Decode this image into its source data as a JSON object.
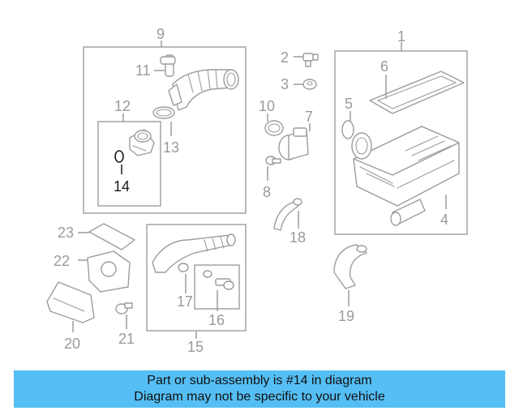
{
  "diagram": {
    "callouts": [
      {
        "id": "1",
        "label": "1"
      },
      {
        "id": "2",
        "label": "2"
      },
      {
        "id": "3",
        "label": "3"
      },
      {
        "id": "4",
        "label": "4"
      },
      {
        "id": "5",
        "label": "5"
      },
      {
        "id": "6",
        "label": "6"
      },
      {
        "id": "7",
        "label": "7"
      },
      {
        "id": "8",
        "label": "8"
      },
      {
        "id": "9",
        "label": "9"
      },
      {
        "id": "10",
        "label": "10"
      },
      {
        "id": "11",
        "label": "11"
      },
      {
        "id": "12",
        "label": "12"
      },
      {
        "id": "13",
        "label": "13"
      },
      {
        "id": "14",
        "label": "14",
        "highlighted": true
      },
      {
        "id": "15",
        "label": "15"
      },
      {
        "id": "16",
        "label": "16"
      },
      {
        "id": "17",
        "label": "17"
      },
      {
        "id": "18",
        "label": "18"
      },
      {
        "id": "19",
        "label": "19"
      },
      {
        "id": "20",
        "label": "20"
      },
      {
        "id": "21",
        "label": "21"
      },
      {
        "id": "22",
        "label": "22"
      },
      {
        "id": "23",
        "label": "23"
      }
    ]
  },
  "banner": {
    "line1": "Part or sub-assembly is #14 in diagram",
    "line2": "Diagram may not be specific to your vehicle",
    "color": "#55bff5"
  }
}
